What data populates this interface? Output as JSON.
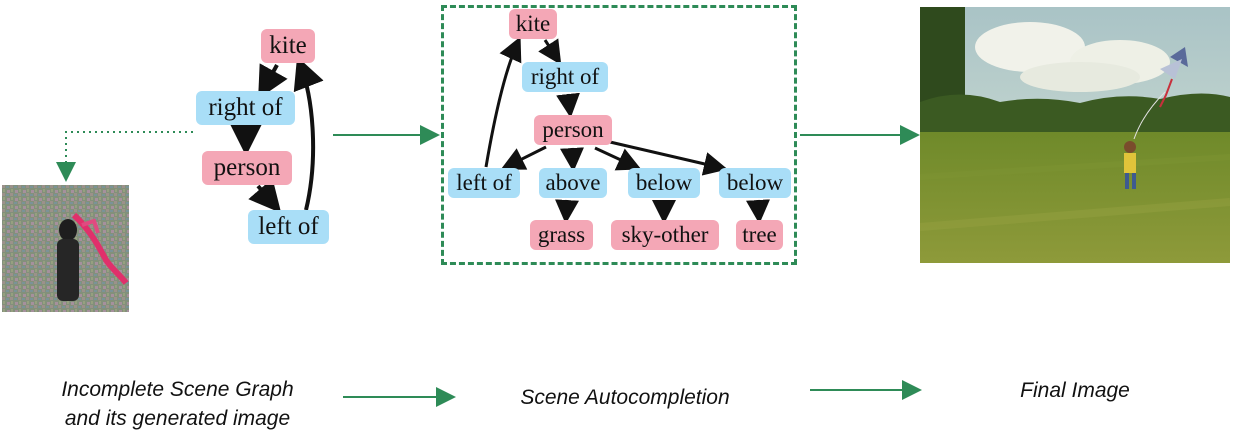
{
  "incomplete_graph": {
    "nodes": [
      {
        "id": "kite",
        "label": "kite",
        "kind": "object"
      },
      {
        "id": "right_of",
        "label": "right of",
        "kind": "relation"
      },
      {
        "id": "person",
        "label": "person",
        "kind": "object"
      },
      {
        "id": "left_of",
        "label": "left of",
        "kind": "relation"
      }
    ]
  },
  "completed_graph": {
    "nodes": [
      {
        "id": "kite",
        "label": "kite",
        "kind": "object"
      },
      {
        "id": "right_of",
        "label": "right of",
        "kind": "relation"
      },
      {
        "id": "person",
        "label": "person",
        "kind": "object"
      },
      {
        "id": "left_of",
        "label": "left of",
        "kind": "relation"
      },
      {
        "id": "above",
        "label": "above",
        "kind": "relation"
      },
      {
        "id": "below1",
        "label": "below",
        "kind": "relation"
      },
      {
        "id": "below2",
        "label": "below",
        "kind": "relation"
      },
      {
        "id": "grass",
        "label": "grass",
        "kind": "object"
      },
      {
        "id": "sky_other",
        "label": "sky-other",
        "kind": "object"
      },
      {
        "id": "tree",
        "label": "tree",
        "kind": "object"
      }
    ]
  },
  "captions": {
    "left_line1": "Incomplete Scene Graph",
    "left_line2": "and its generated image",
    "middle": "Scene Autocompletion",
    "right": "Final Image"
  },
  "colors": {
    "object_node": "#f4a7b6",
    "relation_node": "#a9def7",
    "flow_arrow": "#2e8b57"
  }
}
